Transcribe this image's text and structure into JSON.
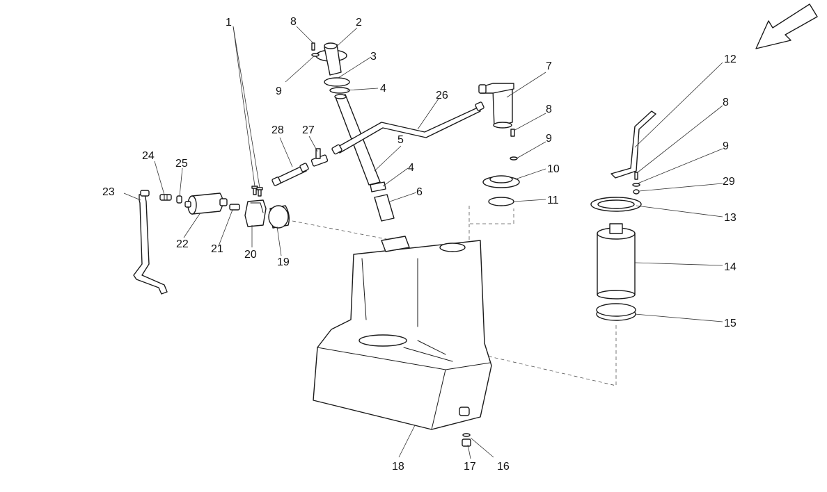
{
  "callouts": [
    {
      "id": "c1a",
      "label": "1"
    },
    {
      "id": "c2",
      "label": "2"
    },
    {
      "id": "c3",
      "label": "3"
    },
    {
      "id": "c4a",
      "label": "4"
    },
    {
      "id": "c4b",
      "label": "4"
    },
    {
      "id": "c5",
      "label": "5"
    },
    {
      "id": "c6",
      "label": "6"
    },
    {
      "id": "c7",
      "label": "7"
    },
    {
      "id": "c8a",
      "label": "8"
    },
    {
      "id": "c8b",
      "label": "8"
    },
    {
      "id": "c8c",
      "label": "8"
    },
    {
      "id": "c9a",
      "label": "9"
    },
    {
      "id": "c9b",
      "label": "9"
    },
    {
      "id": "c9c",
      "label": "9"
    },
    {
      "id": "c10",
      "label": "10"
    },
    {
      "id": "c11",
      "label": "11"
    },
    {
      "id": "c12",
      "label": "12"
    },
    {
      "id": "c13",
      "label": "13"
    },
    {
      "id": "c14",
      "label": "14"
    },
    {
      "id": "c15",
      "label": "15"
    },
    {
      "id": "c16",
      "label": "16"
    },
    {
      "id": "c17",
      "label": "17"
    },
    {
      "id": "c18",
      "label": "18"
    },
    {
      "id": "c19",
      "label": "19"
    },
    {
      "id": "c20",
      "label": "20"
    },
    {
      "id": "c21",
      "label": "21"
    },
    {
      "id": "c22",
      "label": "22"
    },
    {
      "id": "c23",
      "label": "23"
    },
    {
      "id": "c24",
      "label": "24"
    },
    {
      "id": "c25",
      "label": "25"
    },
    {
      "id": "c26",
      "label": "26"
    },
    {
      "id": "c27",
      "label": "27"
    },
    {
      "id": "c28",
      "label": "28"
    },
    {
      "id": "c29",
      "label": "29"
    }
  ]
}
